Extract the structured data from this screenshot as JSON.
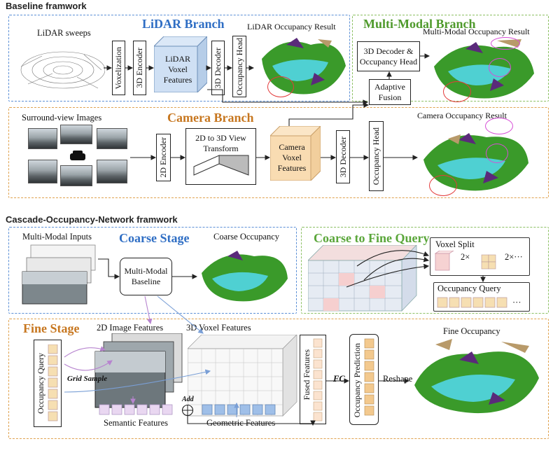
{
  "top": {
    "title": "Baseline framwork",
    "lidar_branch": "LiDAR Branch",
    "multimodal_branch": "Multi-Modal Branch",
    "camera_branch": "Camera Branch",
    "lidar_sweeps": "LiDAR sweeps",
    "voxelization": "Voxelization",
    "encoder3d": "3D Encoder",
    "lidar_voxel_features": "LiDAR Voxel Features",
    "decoder3d": "3D Decoder",
    "occupancy_head": "Occupancy Head",
    "lidar_result": "LiDAR Occupancy Result",
    "mm_result": "Multi-Modal Occupancy Result",
    "mm_decoder": "3D Decoder & Occupancy Head",
    "adaptive_fusion": "Adaptive Fusion",
    "surround_view": "Surround-view Images",
    "encoder2d": "2D Encoder",
    "view_transform": "2D to 3D View Transform",
    "camera_voxel_features": "Camera Voxel Features",
    "cam_decoder3d": "3D Decoder",
    "cam_occupancy_head": "Occupancy Head",
    "camera_result": "Camera Occupancy Result"
  },
  "bottom": {
    "title": "Cascade-Occupancy-Network framwork",
    "multimodal_inputs": "Multi-Modal Inputs",
    "coarse_stage": "Coarse Stage",
    "coarse_occupancy": "Coarse Occupancy",
    "mm_baseline": "Multi-Modal Baseline",
    "coarse_to_fine": "Coarse to Fine Query",
    "voxel_split": "Voxel Split",
    "split_2x_a": "2×",
    "split_2x_b": "2×···",
    "occupancy_query_box": "Occupancy Query",
    "query_dots": "···",
    "fine_stage": "Fine Stage",
    "image_features": "2D Image Features",
    "voxel_features": "3D Voxel Features",
    "occupancy_query": "Occupancy Query",
    "grid_sample": "Grid Sample",
    "add": "Add",
    "semantic_features": "Semantic Features",
    "geometric_features": "Geometric Features",
    "fused_features": "Fused Features",
    "fc": "FC",
    "occupancy_prediction": "Occupancy Prediction",
    "reshape": "Reshape",
    "fine_occupancy": "Fine Occupancy"
  }
}
